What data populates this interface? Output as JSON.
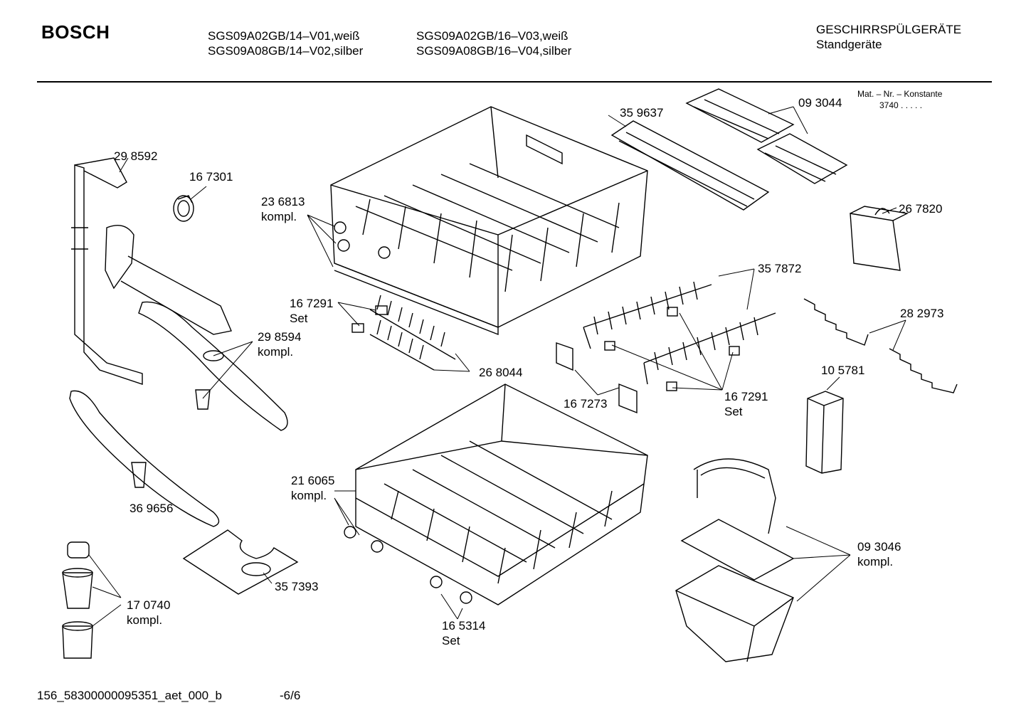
{
  "header": {
    "brand": "BOSCH",
    "models_col1": [
      "SGS09A02GB/14–V01,weiß",
      "SGS09A08GB/14–V02,silber"
    ],
    "models_col2": [
      "SGS09A02GB/16–V03,weiß",
      "SGS09A08GB/16–V04,silber"
    ],
    "category": "GESCHIRRSPÜLGERÄTE",
    "subcategory": "Standgeräte"
  },
  "mat_note": {
    "label": "Mat. – Nr. – Konstante",
    "value": "3740  .  .  .  .  ."
  },
  "parts": {
    "p298592": "29 8592",
    "p167301": "16 7301",
    "p236813": "23 6813",
    "p236813_b": "kompl.",
    "p359637": "35 9637",
    "p093044": "09 3044",
    "p267820": "26 7820",
    "p167291a": "16 7291",
    "p167291a_b": "Set",
    "p298594": "29 8594",
    "p298594_b": "kompl.",
    "p357872": "35 7872",
    "p282973": "28 2973",
    "p268044": "26 8044",
    "p105781": "10 5781",
    "p167273": "16 7273",
    "p167291b": "16 7291",
    "p167291b_b": "Set",
    "p216065": "21 6065",
    "p216065_b": "kompl.",
    "p369656": "36 9656",
    "p093046": "09 3046",
    "p093046_b": "kompl.",
    "p357393": "35 7393",
    "p170740": "17 0740",
    "p170740_b": "kompl.",
    "p165314": "16 5314",
    "p165314_b": "Set"
  },
  "footer": {
    "doc_id": "156_58300000095351_aet_000_b",
    "page": "-6/6"
  }
}
